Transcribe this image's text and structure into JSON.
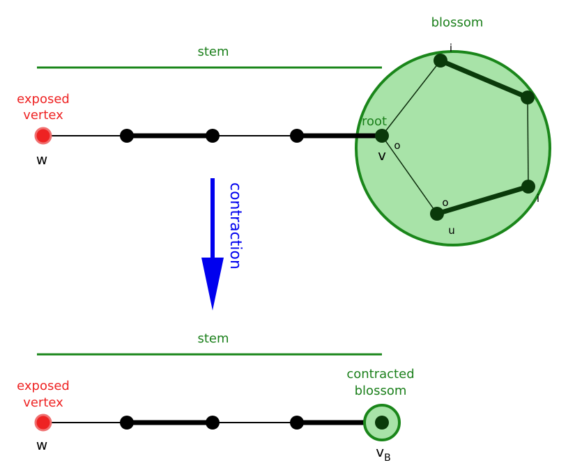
{
  "top": {
    "stem_label": "stem",
    "blossom_label": "blossom",
    "exposed_label_line1": "exposed",
    "exposed_label_line2": "vertex",
    "w_label": "w",
    "root_label": "root",
    "v_label": "v",
    "v_mark": "o",
    "vertex_i_top": "i",
    "vertex_i_right": "i",
    "vertex_o_bottom": "o",
    "u_label": "u"
  },
  "arrow": {
    "label": "contraction"
  },
  "bottom": {
    "stem_label": "stem",
    "exposed_label_line1": "exposed",
    "exposed_label_line2": "vertex",
    "w_label": "w",
    "contracted_line1": "contracted",
    "contracted_line2": "blossom",
    "vb_label": "v",
    "vb_subscript": "B"
  },
  "colors": {
    "green": "#1a7f1a",
    "blossom_fill": "#a8e3a8",
    "blossom_stroke": "#1a861a",
    "red": "#ee2222",
    "blue": "#0000ee",
    "black": "#000000"
  }
}
